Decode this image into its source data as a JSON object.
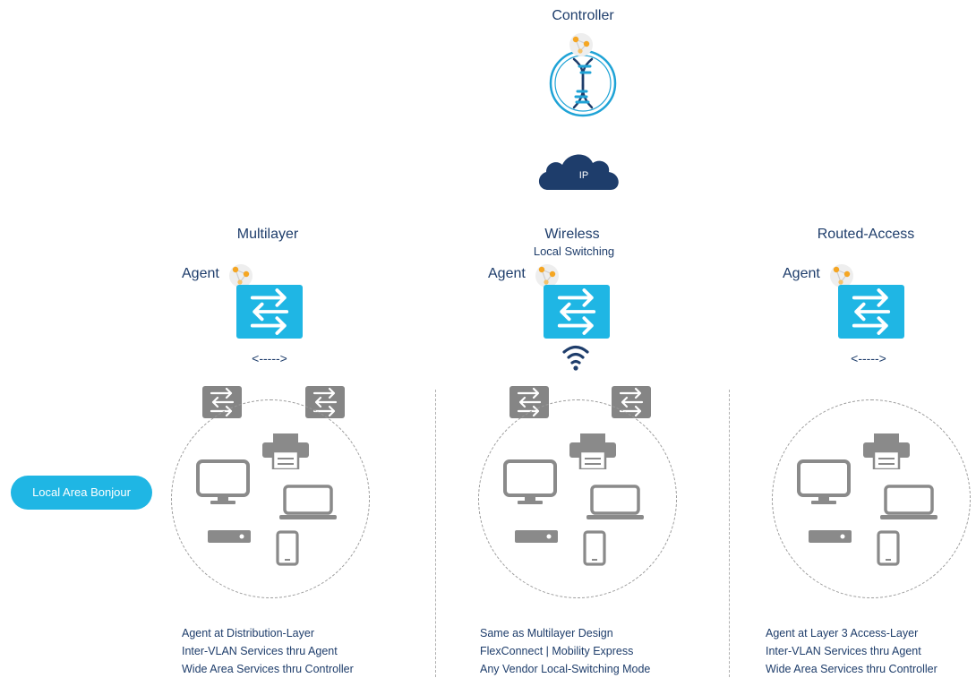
{
  "controller": {
    "label": "Controller",
    "icon": "dna-controller-icon"
  },
  "cloud": {
    "label": "IP",
    "color": "#1e3d6b"
  },
  "colors": {
    "accent": "#1fb6e4",
    "navy": "#1e3d6b",
    "gray": "#858585",
    "orange": "#f5a623"
  },
  "columns": [
    {
      "title": "Multilayer",
      "subtitle": "",
      "agent_label": "Agent",
      "connector": "<----->",
      "description": [
        "Agent at Distribution-Layer",
        "Inter-VLAN Services thru Agent",
        "Wide Area Services thru Controller"
      ]
    },
    {
      "title": "Wireless",
      "subtitle": "Local Switching",
      "agent_label": "Agent",
      "connector": "",
      "description": [
        "Same as Multilayer Design",
        "FlexConnect | Mobility Express",
        "Any Vendor Local-Switching Mode"
      ]
    },
    {
      "title": "Routed-Access",
      "subtitle": "",
      "agent_label": "Agent",
      "connector": "<----->",
      "description": [
        "Agent at Layer 3 Access-Layer",
        "Inter-VLAN Services thru Agent",
        "Wide Area Services thru Controller"
      ]
    }
  ],
  "scope_badge": "Local Area Bonjour"
}
